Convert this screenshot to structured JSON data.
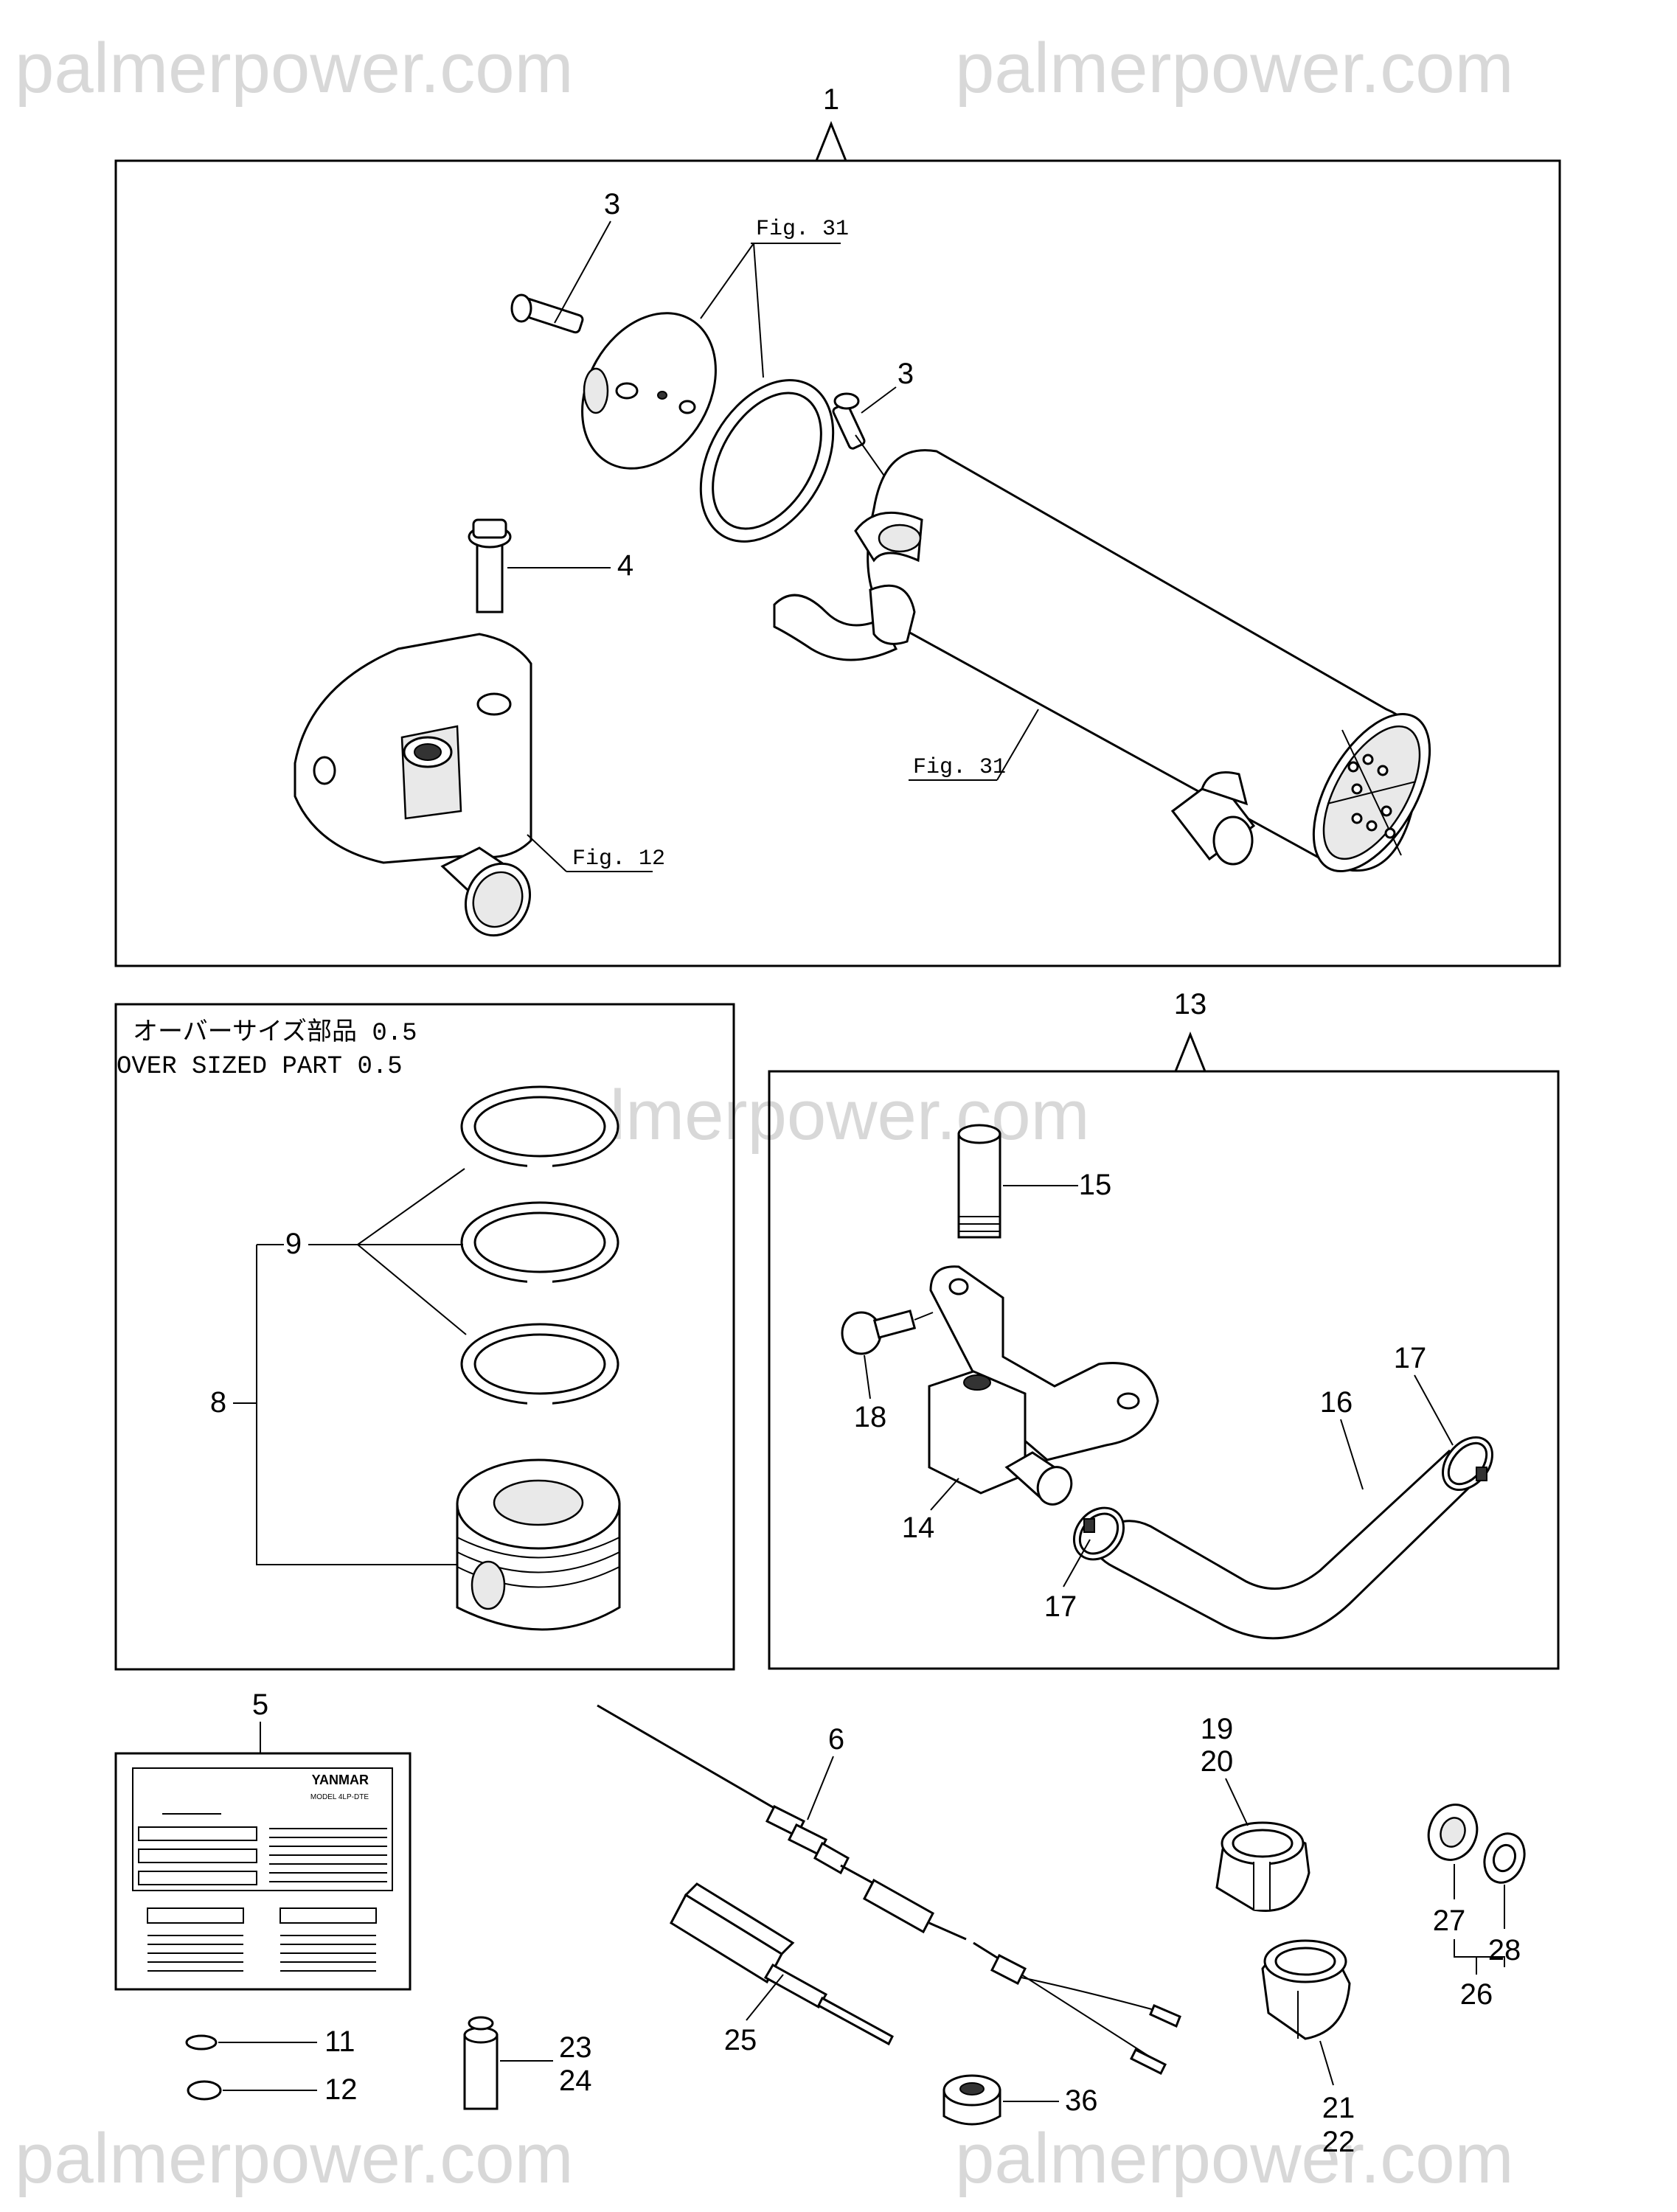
{
  "watermark": {
    "top_left": "palmerpower.com",
    "top_right": "palmerpower.com",
    "middle": "palmerpower.com",
    "bottom_left": "palmerpower.com",
    "bottom_right": "palmerpower.com"
  },
  "box1": {
    "callout": "1",
    "bolt_top_label": "3",
    "bolt_right_label": "3",
    "bolt_4_label": "4",
    "fig_top": "Fig. 31",
    "fig_bottom": "Fig. 31",
    "fig_housing": "Fig. 12"
  },
  "oversize_box": {
    "header_jp": "オーバーサイズ部品  0.5",
    "header_en": "OVER SIZED PART  0.5",
    "rings_label": "9",
    "piston_label": "8"
  },
  "box13": {
    "callout": "13",
    "sleeve_label": "15",
    "bolt_label": "18",
    "bracket_label": "14",
    "hose_label": "16",
    "clamp_top_label": "17",
    "clamp_bottom_label": "17"
  },
  "loose_parts": {
    "plate_label": "5",
    "plate_brand": "YANMAR",
    "plate_model_line": "MODEL  4LP-DTE",
    "oring_11": "11",
    "oring_12": "12",
    "cable_label": "6",
    "sensor_label": "25",
    "spacer_23": "23",
    "spacer_24": "24",
    "bearing_19": "19",
    "bearing_20": "20",
    "bearing_21": "21",
    "bearing_22": "22",
    "washer_27": "27",
    "washer_28": "28",
    "washer_set_26": "26",
    "nut_36": "36"
  }
}
